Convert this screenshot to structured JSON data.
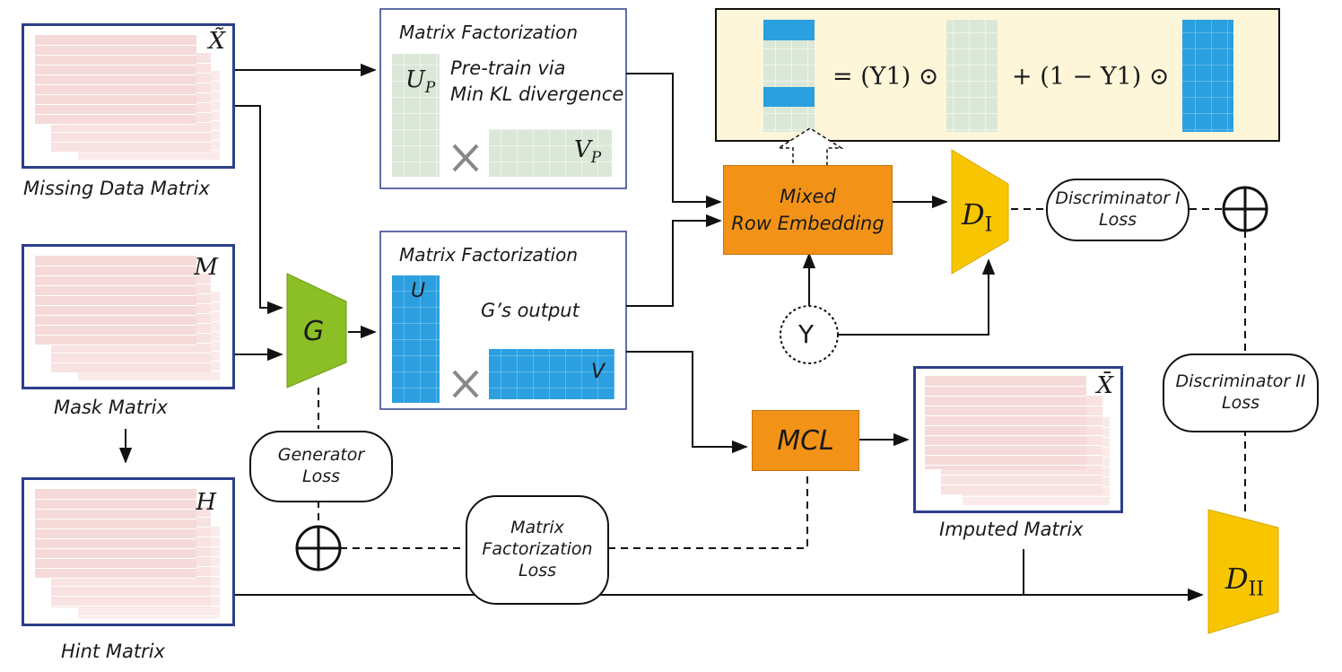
{
  "inputs": {
    "missing": {
      "caption": "Missing Data Matrix",
      "symbol": "X̃"
    },
    "mask": {
      "caption": "Mask Matrix",
      "symbol": "M"
    },
    "hint": {
      "caption": "Hint Matrix",
      "symbol": "H"
    }
  },
  "pretrain": {
    "title": "Matrix Factorization",
    "u": "U",
    "u_sub": "P",
    "v": "V",
    "v_sub": "P",
    "line1": "Pre-train via",
    "line2": "Min KL divergence"
  },
  "gout": {
    "title": "Matrix Factorization",
    "u": "U",
    "v": "V",
    "caption": "G’s output"
  },
  "generator": {
    "label": "G"
  },
  "mixed": {
    "line1": "Mixed",
    "line2": "Row Embedding"
  },
  "y_node": {
    "label": "Y"
  },
  "mcl": {
    "label": "MCL"
  },
  "d1": {
    "main": "D",
    "sub": "I"
  },
  "d2": {
    "main": "D",
    "sub": "II"
  },
  "losses": {
    "disc1": {
      "line1": "Discriminator I",
      "line2": "Loss"
    },
    "disc2": {
      "line1": "Discriminator II",
      "line2": "Loss"
    },
    "gen": {
      "line1": "Generator",
      "line2": "Loss"
    },
    "mf": {
      "line1": "Matrix",
      "line2": "Factorization",
      "line3": "Loss"
    }
  },
  "imputed": {
    "caption": "Imputed Matrix",
    "symbol": "X̄"
  },
  "equation": {
    "part1": "= (Y1) ⊙",
    "part2": "+ (1 − Y1) ⊙"
  },
  "colors": {
    "blue": "#2b9fe0",
    "green": "#dbe8d8",
    "orange": "#f29318",
    "yellow": "#f7c600",
    "lime": "#8cbf26",
    "navy": "#2d3e8a",
    "cream": "#fdf6d9"
  }
}
